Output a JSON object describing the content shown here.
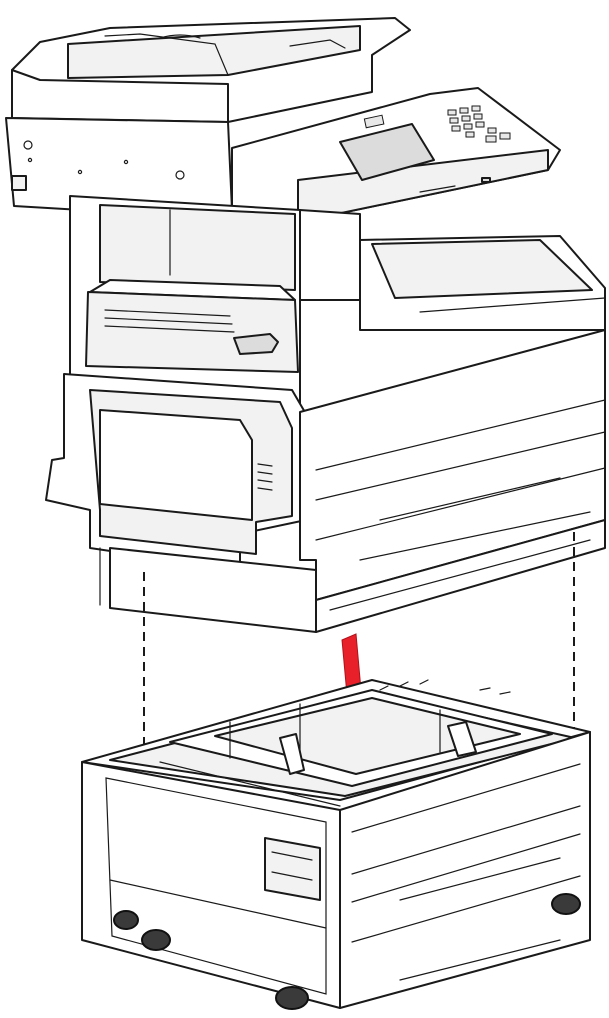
{
  "diagram": {
    "colors": {
      "outline": "#1a1a1a",
      "panel": "#ffffff",
      "shade": "#f2f2f2",
      "arrow": "#e8202a"
    },
    "icons": [
      "printer-mfp",
      "tray-drawer",
      "down-arrow"
    ]
  }
}
